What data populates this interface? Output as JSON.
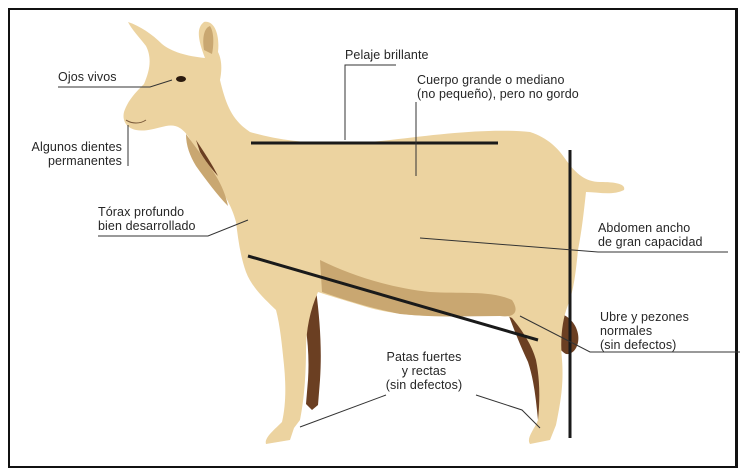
{
  "labels": {
    "eyes": "Ojos vivos",
    "teeth": "Algunos dientes\npermanentes",
    "coat": "Pelaje brillante",
    "body": "Cuerpo grande o mediano\n(no pequeño), pero no gordo",
    "thorax": "Tórax profundo\nbien desarrollado",
    "abdomen": "Abdomen ancho\nde gran capacidad",
    "udder": "Ubre y pezones\nnormales\n(sin defectos)",
    "legs": "Patas fuertes\ny rectas\n(sin defectos)"
  },
  "colors": {
    "goat_body": "#ecd3a0",
    "goat_shadow": "#c9a771",
    "goat_dark": "#6b3f22",
    "frame": "#111111",
    "leader_line": "#333333",
    "measure_line": "#1a1a1a"
  }
}
